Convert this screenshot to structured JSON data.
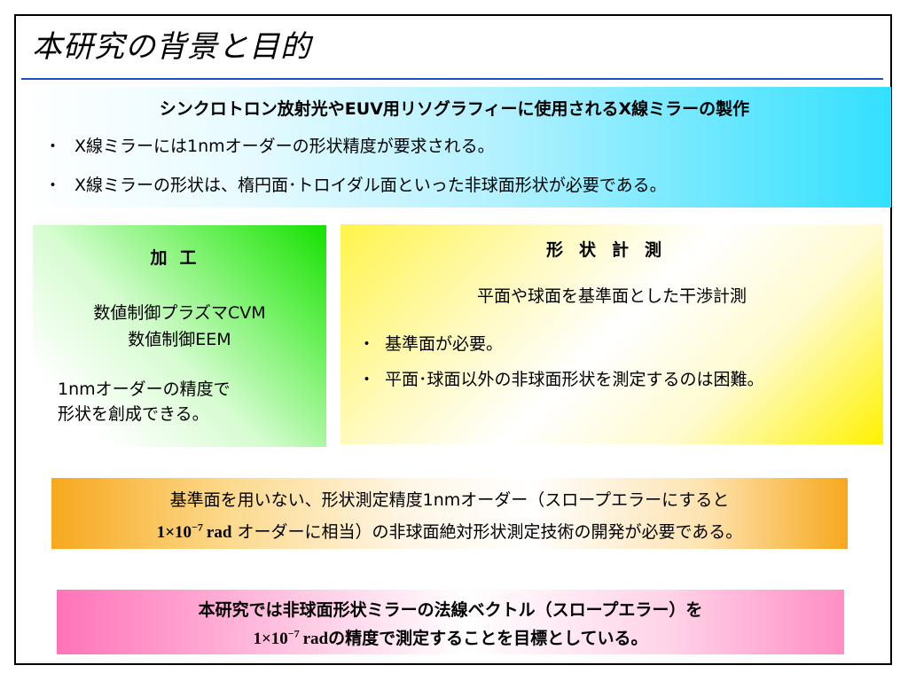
{
  "slide": {
    "title": "本研究の背景と目的"
  },
  "objective_box": {
    "heading": "シンクロトロン放射光やEUV用リソグラフィーに使用されるX線ミラーの製作",
    "bullets": [
      {
        "marker": "・",
        "text": "X線ミラーには1nmオーダーの形状精度が要求される。"
      },
      {
        "marker": "・",
        "text": "X線ミラーの形状は、楕円面･トロイダル面といった非球面形状が必要である。"
      }
    ]
  },
  "processing_box": {
    "heading": "加工",
    "methods": [
      "数値制御プラズマCVM",
      "数値制御EEM"
    ],
    "result_lines": [
      "1nmオーダーの精度で",
      "形状を創成できる。"
    ]
  },
  "measurement_box": {
    "heading": "形状計測",
    "subtitle": "平面や球面を基準面とした干渉計測",
    "bullets": [
      {
        "marker": "・",
        "text": "基準面が必要。"
      },
      {
        "marker": "・",
        "text": "平面･球面以外の非球面形状を測定するのは困難。"
      }
    ]
  },
  "requirement_box": {
    "line1": "基準面を用いない、形状測定精度1nmオーダー（スロープエラーにすると",
    "line2_value": "1×10",
    "line2_exponent": "−7",
    "line2_unit": "rad",
    "line2_rest": " オーダーに相当）の非球面絶対形状測定技術の開発が必要である。"
  },
  "goal_box": {
    "line1": "本研究では非球面形状ミラーの法線ベクトル（スロープエラー）を",
    "line2_value": "1×10",
    "line2_exponent": "−7",
    "line2_unit": "rad",
    "line2_rest": "の精度で測定することを目標としている。"
  },
  "colors": {
    "title_rule": "#1f4fbf",
    "objective_accent": "#33e0ff",
    "processing_accent": "#15e000",
    "measurement_accent": "#fff200",
    "requirement_accent": "#f7a81e",
    "goal_accent": "#ff73b8"
  }
}
